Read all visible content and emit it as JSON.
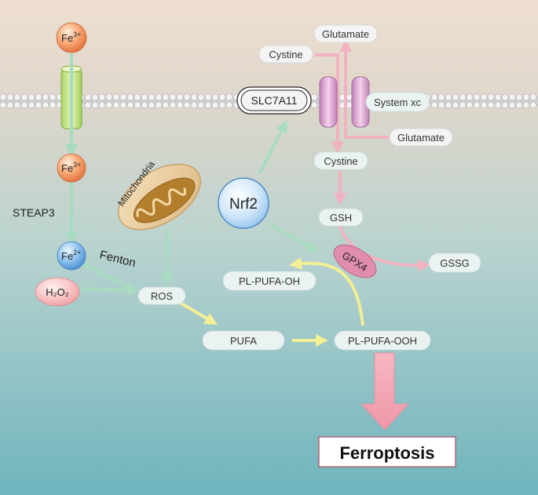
{
  "nodes": {
    "fe3_top": "Fe",
    "fe3_top_sup": "3+",
    "fe3_mid": "Fe",
    "fe3_mid_sup": "3+",
    "fe2": "Fe",
    "fe2_sup": "2+",
    "h2o2": "H₂O₂",
    "steap3": "STEAP3",
    "fenton": "Fenton",
    "mitochondria": "Mitochondria",
    "ros": "ROS",
    "pufa": "PUFA",
    "pl_pufa_ooh": "PL-PUFA-OOH",
    "pl_pufa_oh": "PL-PUFA-OH",
    "nrf2": "Nrf2",
    "slc7a11": "SLC7A11",
    "system_xc": "System xc",
    "glutamate_top": "Glutamate",
    "cystine_top": "Cystine",
    "glutamate_right": "Glutamate",
    "cystine_mid": "Cystine",
    "gsh": "GSH",
    "gssg": "GSSG",
    "gpx4": "GPX4",
    "ferroptosis": "Ferroptosis"
  },
  "colors": {
    "bg_top": "#ecdccd",
    "bg_bottom": "#73b7bf",
    "membrane": "#d9d9d9",
    "green_arrow": "#a8dcc0",
    "yellow_arrow": "#f3ef94",
    "pink_arrow": "#f2b3c1",
    "ferroptosis_arrow": "#f4aeba",
    "label_box": "#eaf2f2",
    "ferroptosis_border": "#b24a62"
  }
}
